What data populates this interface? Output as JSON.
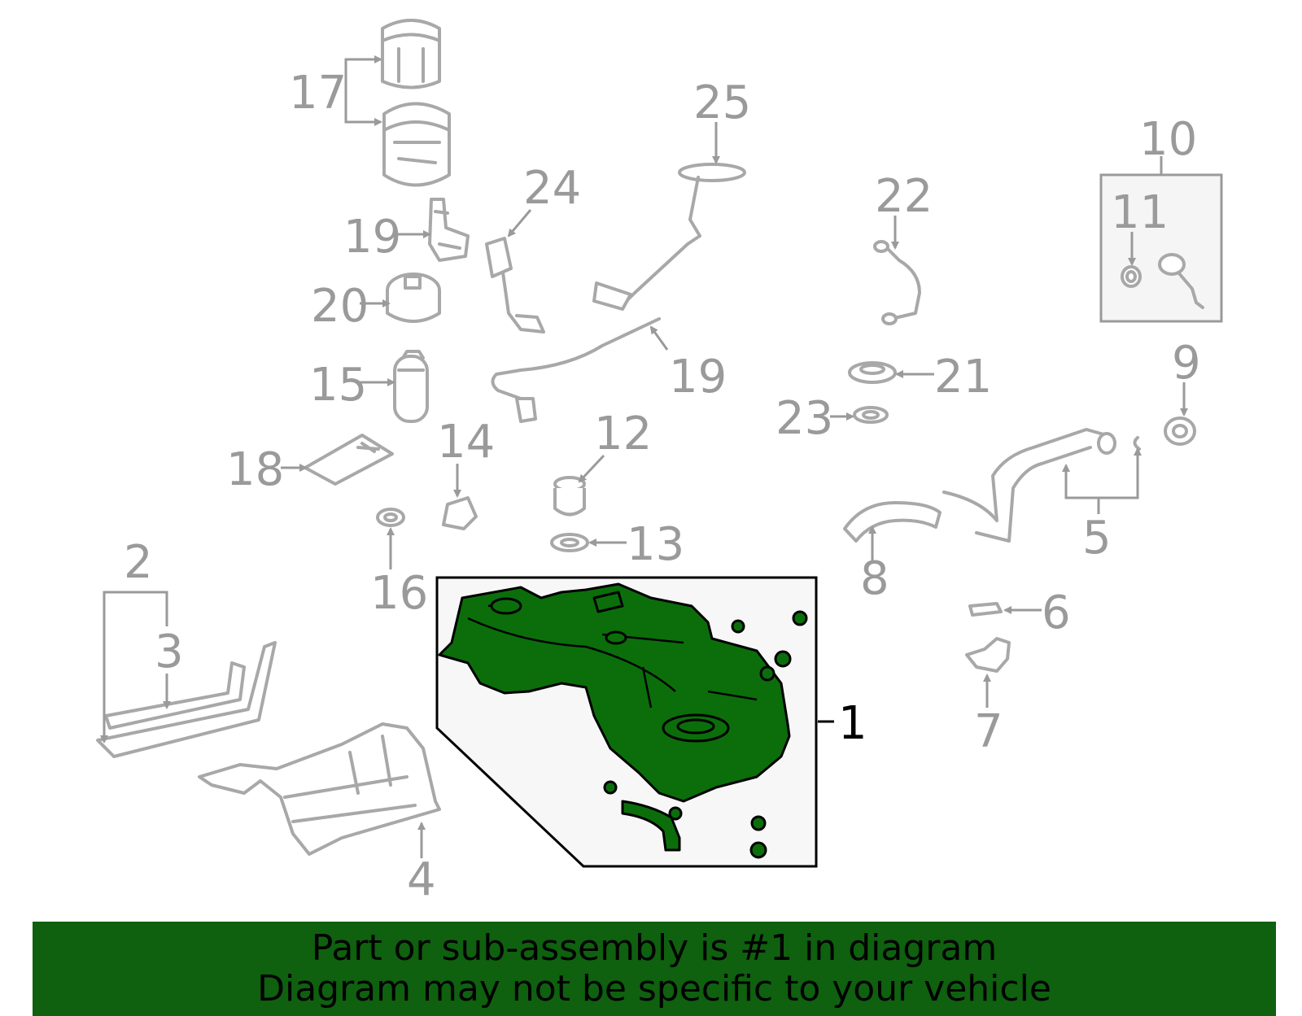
{
  "diagram": {
    "highlight_color": "#0b6e0b",
    "line_color": "#a8a8a8",
    "callouts": {
      "c1": "1",
      "c2": "2",
      "c3": "3",
      "c4": "4",
      "c5": "5",
      "c6": "6",
      "c7": "7",
      "c8": "8",
      "c9": "9",
      "c10": "10",
      "c11": "11",
      "c12": "12",
      "c13": "13",
      "c14": "14",
      "c15": "15",
      "c16": "16",
      "c17": "17",
      "c18": "18",
      "c19a": "19",
      "c19b": "19",
      "c20": "20",
      "c21": "21",
      "c22": "22",
      "c23": "23",
      "c24": "24",
      "c25": "25"
    }
  },
  "banner": {
    "background": "#0f600f",
    "line1": "Part or sub-assembly is #1 in diagram",
    "line2": "Diagram may not be specific to your vehicle"
  }
}
